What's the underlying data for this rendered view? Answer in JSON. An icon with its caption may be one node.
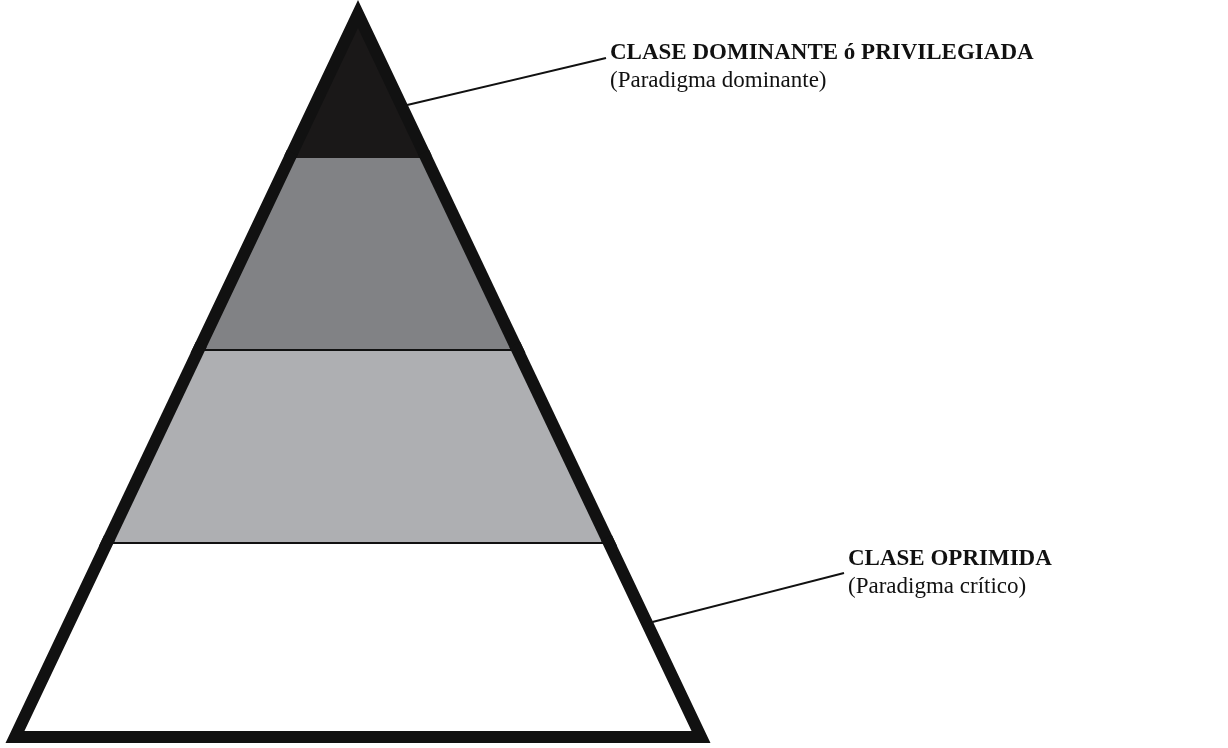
{
  "diagram": {
    "nodes": [
      {
        "text": [],
        "shape": "triangle"
      },
      {
        "text": [],
        "shape": "trapezoid"
      },
      {
        "text": [],
        "shape": "trapezoid"
      },
      {
        "text": [],
        "shape": "trapezoid"
      },
      {
        "text": [
          "CLASE DOMINANTE ó PRIVILEGIADA",
          "(Paradigma dominante)"
        ]
      },
      {
        "text": [
          "CLASE OPRIMIDA",
          "(Paradigma crítico)"
        ]
      }
    ],
    "edges": [
      {
        "from": 4,
        "to": 0,
        "arrow": "none"
      },
      {
        "from": 5,
        "to": 3,
        "arrow": "none"
      }
    ]
  }
}
